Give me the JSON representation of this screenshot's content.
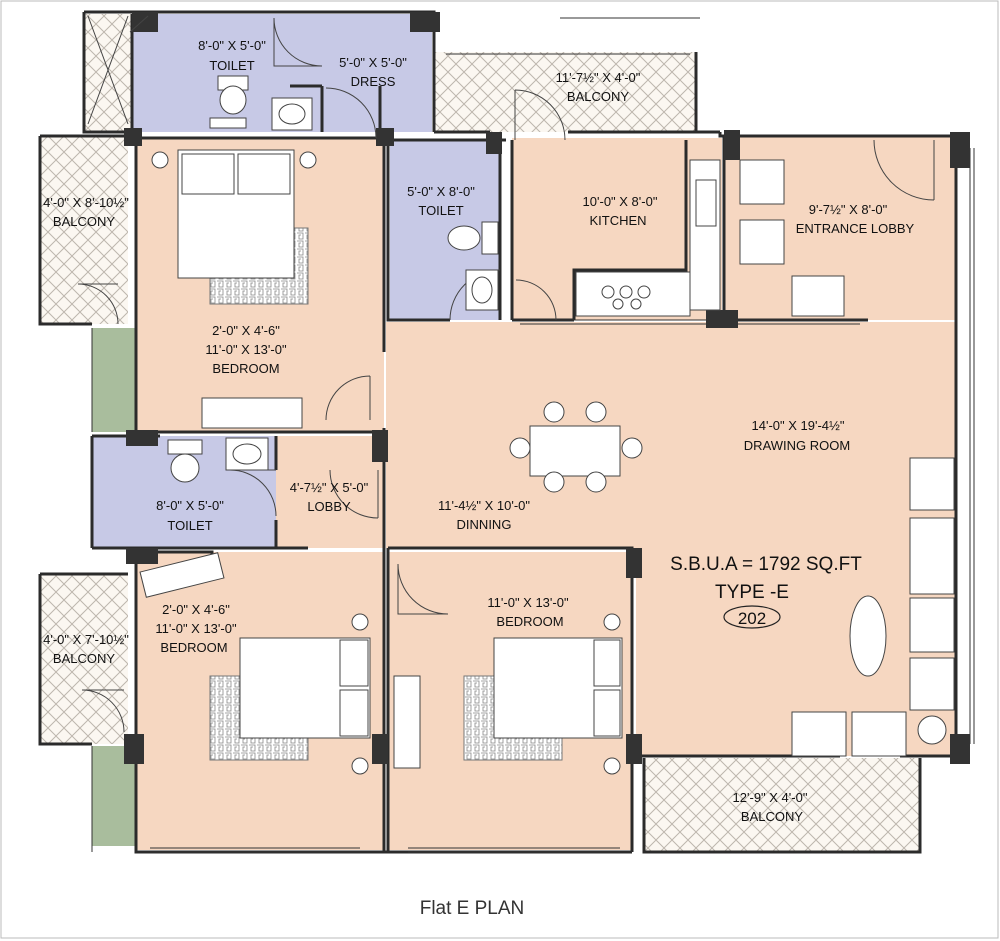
{
  "caption": "Flat E PLAN",
  "info": {
    "sbua": "S.B.U.A = 1792 SQ.FT",
    "type": "TYPE -E",
    "unit": "202"
  },
  "rooms": {
    "toilet_top": {
      "dim": "8'-0\" X 5'-0\"",
      "name": "TOILET"
    },
    "dress": {
      "dim": "5'-0\" X 5'-0\"",
      "name": "DRESS"
    },
    "balcony_top": {
      "dim": "11'-7½\" X 4'-0\"",
      "name": "BALCONY"
    },
    "balcony_left_top": {
      "dim": "4'-0\" X 8'-10½\"",
      "name": "BALCONY"
    },
    "toilet_mid": {
      "dim": "5'-0\" X 8'-0\"",
      "name": "TOILET"
    },
    "kitchen": {
      "dim": "10'-0\" X 8'-0\"",
      "name": "KITCHEN"
    },
    "entrance": {
      "dim": "9'-7½\" X 8'-0\"",
      "name": "ENTRANCE LOBBY"
    },
    "bedroom_1": {
      "dim1": "2'-0\" X 4'-6\"",
      "dim2": "11'-0\" X 13'-0\"",
      "name": "BEDROOM"
    },
    "drawing": {
      "dim": "14'-0\" X 19'-4½\"",
      "name": "DRAWING ROOM"
    },
    "toilet_low": {
      "dim": "8'-0\" X 5'-0\"",
      "name": "TOILET"
    },
    "lobby": {
      "dim": "4'-7½\" X 5'-0\"",
      "name": "LOBBY"
    },
    "dinning": {
      "dim": "11'-4½\" X 10'-0\"",
      "name": "DINNING"
    },
    "bedroom_2": {
      "dim1": "2'-0\" X 4'-6\"",
      "dim2": "11'-0\" X 13'-0\"",
      "name": "BEDROOM"
    },
    "bedroom_3": {
      "dim": "11'-0\" X 13'-0\"",
      "name": "BEDROOM"
    },
    "balcony_left_low": {
      "dim": "4'-0\" X 7'-10½\"",
      "name": "BALCONY"
    },
    "balcony_bottom": {
      "dim": "12'-9\" X 4'-0\"",
      "name": "BALCONY"
    }
  },
  "colors": {
    "room": "#f6d7c1",
    "toilet": "#c7c9e6",
    "green": "#a9bd9d",
    "wall": "#2b2b2b"
  }
}
